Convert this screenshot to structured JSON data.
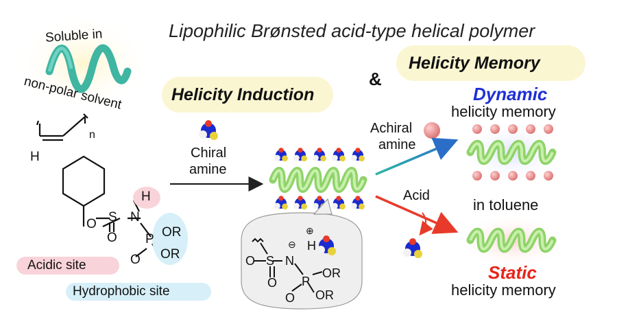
{
  "title": "Lipophilic Brønsted acid-type helical polymer",
  "badge": {
    "line1": "Soluble in",
    "line2": "non-polar solvent"
  },
  "induction_label": "Helicity Induction",
  "ampersand": "&",
  "memory_label": "Helicity Memory",
  "dynamic": {
    "title": "Dynamic",
    "subtitle": "helicity memory"
  },
  "static": {
    "title": "Static",
    "subtitle": "helicity memory"
  },
  "in_toluene": "in toluene",
  "chiral_amine": {
    "line1": "Chiral",
    "line2": "amine"
  },
  "achiral_amine": {
    "line1": "Achiral",
    "line2": "amine"
  },
  "acid_label": "Acid",
  "sites": {
    "acidic": "Acidic site",
    "hydrophobic": "Hydrophobic site"
  },
  "structure": {
    "H": "H",
    "n": "n",
    "O": "O",
    "S": "S",
    "N": "N",
    "P": "P",
    "OR": "OR",
    "minus": "⊖",
    "plus": "⊕"
  },
  "colors": {
    "dynamic": "#1f2fd6",
    "static": "#e8231a",
    "helix": "#8fd36a",
    "teal_arrow": "#1aa6a6",
    "red_arrow": "#e83a2a",
    "pink": "#f6b8c4",
    "amine_pink": "#e88a8a"
  },
  "icons": [
    "helix-icon",
    "chiral-amine-icon",
    "achiral-amine-icon",
    "reaction-arrow-icon"
  ]
}
